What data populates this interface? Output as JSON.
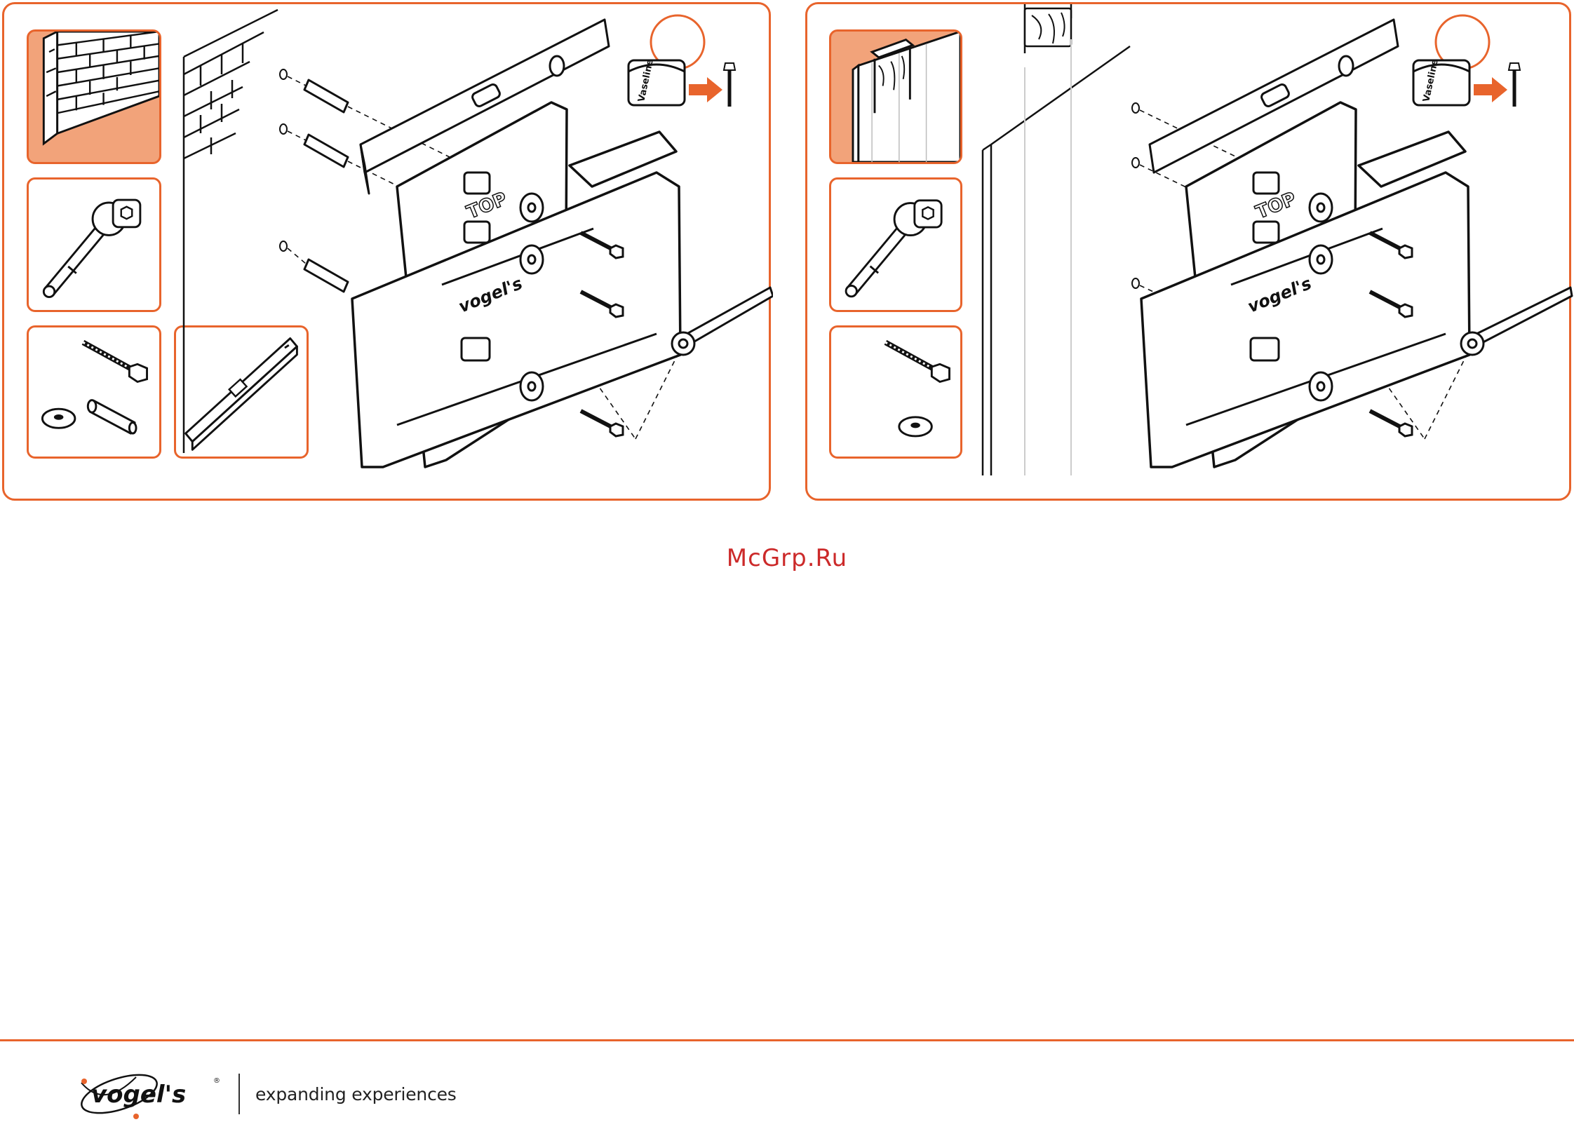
{
  "panels": [
    {
      "id": "masonry",
      "tiles": [
        "brick-wall",
        "socket-wrench",
        "bolt-washer-plug",
        "spirit-level"
      ],
      "labels": {
        "mount": "TOP",
        "brand": "vogel's",
        "tub": "Vaseline"
      }
    },
    {
      "id": "wood-stud",
      "tiles": [
        "wood-stud-wall",
        "socket-wrench",
        "bolt-washer"
      ],
      "labels": {
        "mount": "TOP",
        "brand": "vogel's",
        "tub": "Vaseline"
      }
    }
  ],
  "watermark": "McGrp.Ru",
  "footer": {
    "brand": "vogel's",
    "registered": "®",
    "tagline": "expanding experiences"
  },
  "colors": {
    "accent": "#e8642c",
    "tile_fill": "#f2a37a",
    "watermark": "#cc2a2a"
  }
}
